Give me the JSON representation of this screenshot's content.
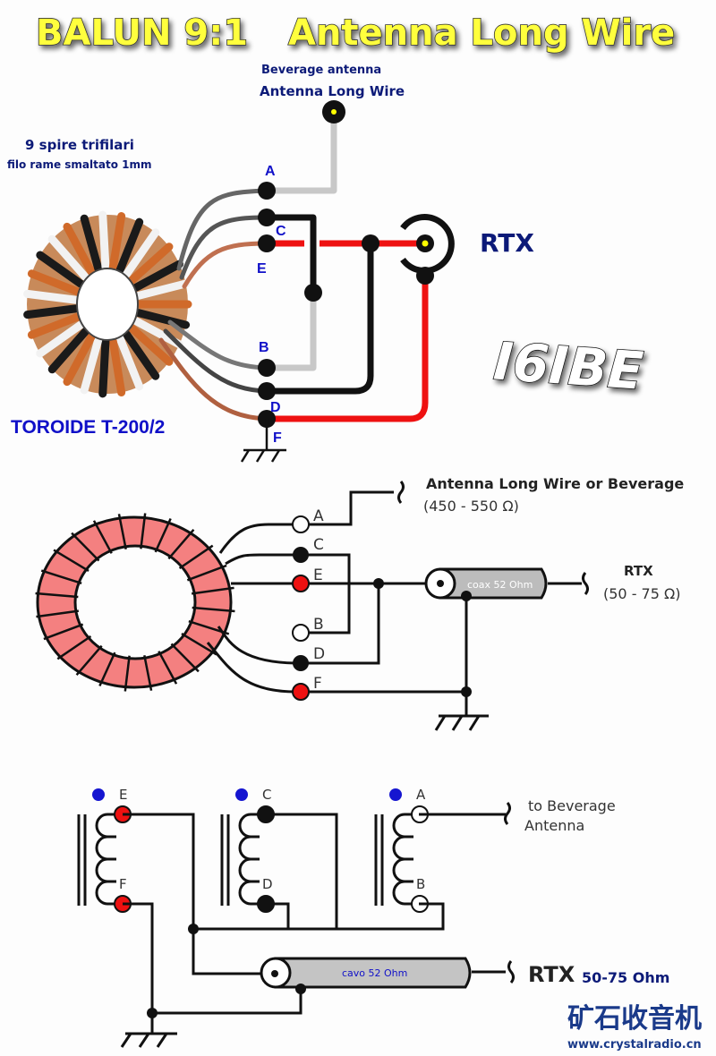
{
  "header": {
    "title_left": "BALUN 9:1",
    "title_right": "Antenna Long Wire"
  },
  "photo_diagram": {
    "antenna_label_1": "Beverage antenna",
    "antenna_label_2": "Antenna Long Wire",
    "winding_note_1": "9 spire trifilari",
    "winding_note_2": "filo rame smaltato 1mm",
    "toroid_label": "TOROIDE T-200/2",
    "rtx_label": "RTX",
    "terminals": [
      "A",
      "C",
      "E",
      "B",
      "D",
      "F"
    ],
    "callsign": "I6IBE"
  },
  "schematic": {
    "terminals": [
      "A",
      "C",
      "E",
      "B",
      "D",
      "F"
    ],
    "antenna_label": "Antenna Long Wire or Beverage",
    "antenna_impedance": "(450 - 550 Ω)",
    "coax_label": "coax 52 Ohm",
    "rtx_label": "RTX",
    "rtx_impedance": "(50 - 75 Ω)"
  },
  "transformer_diagram": {
    "terminals": {
      "t1_top": "E",
      "t1_bot": "F",
      "t2_top": "C",
      "t2_bot": "D",
      "t3_top": "A",
      "t3_bot": "B"
    },
    "antenna_label_1": "to Beverage",
    "antenna_label_2": "Antenna",
    "cable_label": "cavo  52 Ohm",
    "rtx_label": "RTX",
    "rtx_impedance": "50-75 Ohm"
  },
  "footer": {
    "cn_brand": "矿石收音机",
    "url": "www.crystalradio.cn"
  },
  "colors": {
    "title_yellow": "#ffff3c",
    "wire_red": "#ee1111",
    "wire_gray": "#c8c8c8",
    "core_pink": "#f48080",
    "label_blue": "#1010c8",
    "label_navy": "#0c1a78"
  }
}
